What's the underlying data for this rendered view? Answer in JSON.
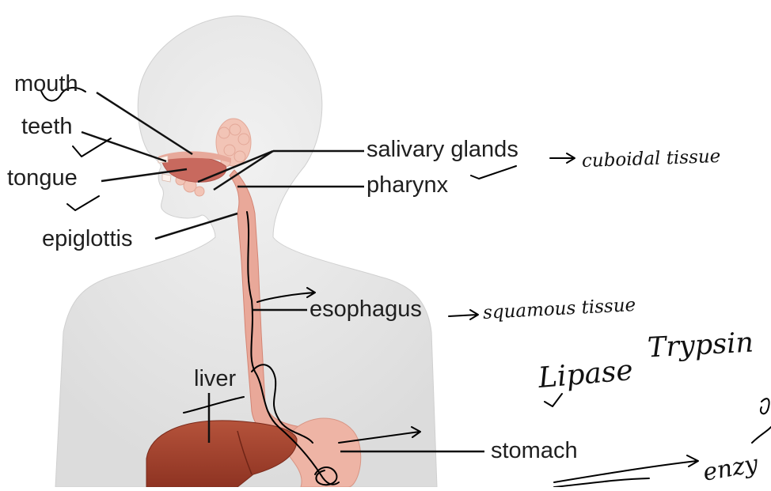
{
  "labels": {
    "mouth": "mouth",
    "teeth": "teeth",
    "tongue": "tongue",
    "epiglottis": "epiglottis",
    "salivary_glands": "salivary glands",
    "pharynx": "pharynx",
    "esophagus": "esophagus",
    "liver": "liver",
    "stomach": "stomach"
  },
  "handwritten_notes": {
    "salivary_note": "cuboidal tissue",
    "esophagus_note": "squamous tissue",
    "lipase": "Lipase",
    "trypsin": "Trypsin",
    "enzymes": "enzy"
  },
  "colors": {
    "body_silhouette": "#e6e6e6",
    "tract": "#d98e80",
    "liver": "#a3402c",
    "ink": "#000000"
  }
}
